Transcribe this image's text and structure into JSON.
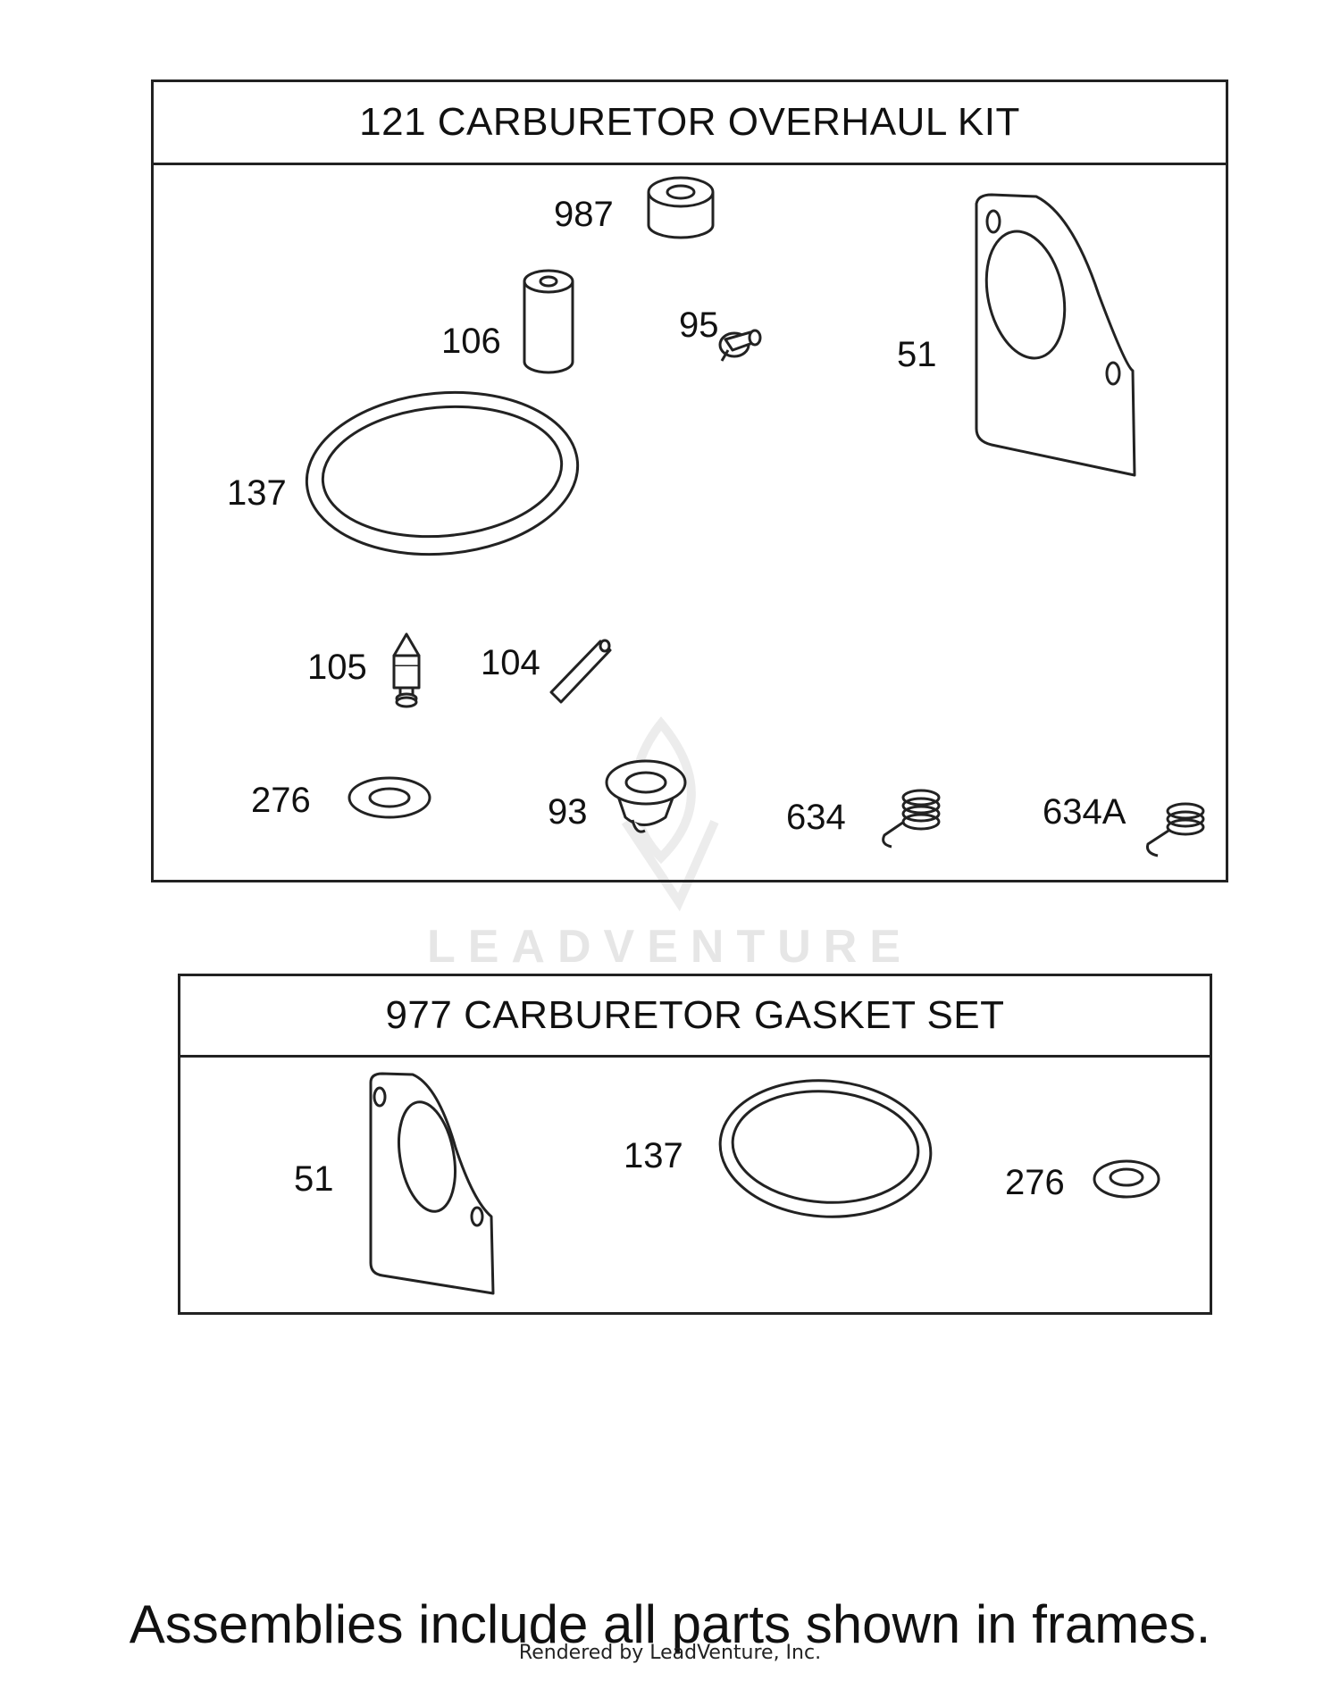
{
  "overhaul_kit": {
    "title": "121 CARBURETOR OVERHAUL KIT",
    "callouts": {
      "p987": "987",
      "p106": "106",
      "p95": "95",
      "p51": "51",
      "p137": "137",
      "p105": "105",
      "p104": "104",
      "p276": "276",
      "p93": "93",
      "p634": "634",
      "p634a": "634A"
    }
  },
  "gasket_set": {
    "title": "977 CARBURETOR GASKET SET",
    "callouts": {
      "p51": "51",
      "p137": "137",
      "p276": "276"
    }
  },
  "watermark": "LEADVENTURE",
  "note": "Assemblies include all parts shown in frames.",
  "credit": "Rendered by LeadVenture, Inc.",
  "colors": {
    "line": "#222222",
    "watermark": "#e6e6e6"
  }
}
